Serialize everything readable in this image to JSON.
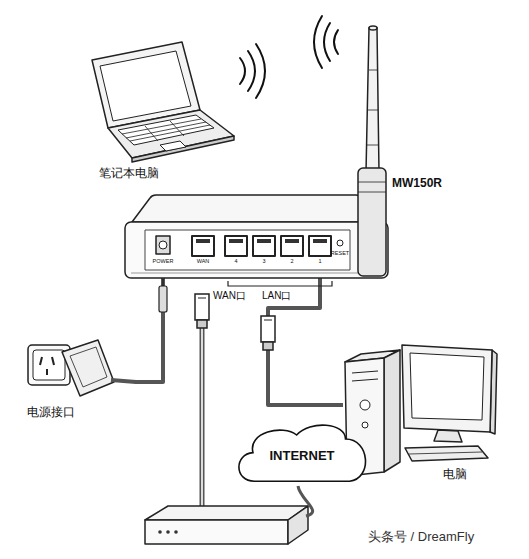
{
  "diagram": {
    "nodes": [
      {
        "text": [
          "笔记本电脑"
        ]
      },
      {
        "text": [
          "MW150R"
        ]
      },
      {
        "text": [
          "电源接口"
        ]
      },
      {
        "text": [
          "INTERNET"
        ]
      },
      {
        "text": [
          "电脑"
        ]
      }
    ],
    "edges": [
      {
        "from": 1,
        "to": 2,
        "arrow": "none"
      },
      {
        "from": 1,
        "to": 4,
        "arrow": "none"
      }
    ],
    "labels": [
      "POWER",
      "WAN",
      "4",
      "3",
      "2",
      "1",
      "RESET",
      "WAN口",
      "LAN口",
      "头条号 / DreamFly"
    ]
  }
}
